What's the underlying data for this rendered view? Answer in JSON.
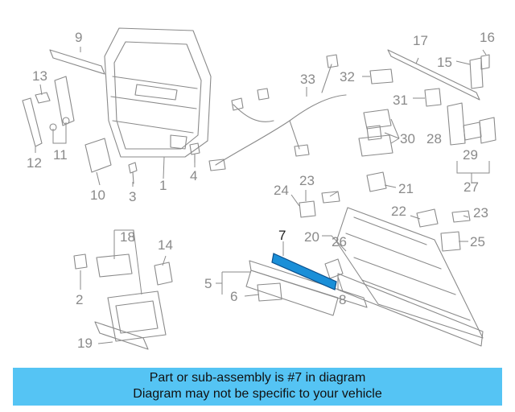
{
  "callouts": [
    "1",
    "2",
    "3",
    "4",
    "5",
    "6",
    "7",
    "8",
    "9",
    "10",
    "11",
    "12",
    "13",
    "14",
    "15",
    "16",
    "17",
    "18",
    "19",
    "20",
    "21",
    "22",
    "23",
    "23",
    "24",
    "25",
    "26",
    "27",
    "28",
    "29",
    "30",
    "31",
    "32",
    "33"
  ],
  "highlight": {
    "part_number": "7",
    "color": "#1a8fd8"
  },
  "banner": {
    "line1": "Part or sub-assembly is #7 in diagram",
    "line2": "Diagram may not be specific to your vehicle",
    "background": "#55c4f4"
  }
}
